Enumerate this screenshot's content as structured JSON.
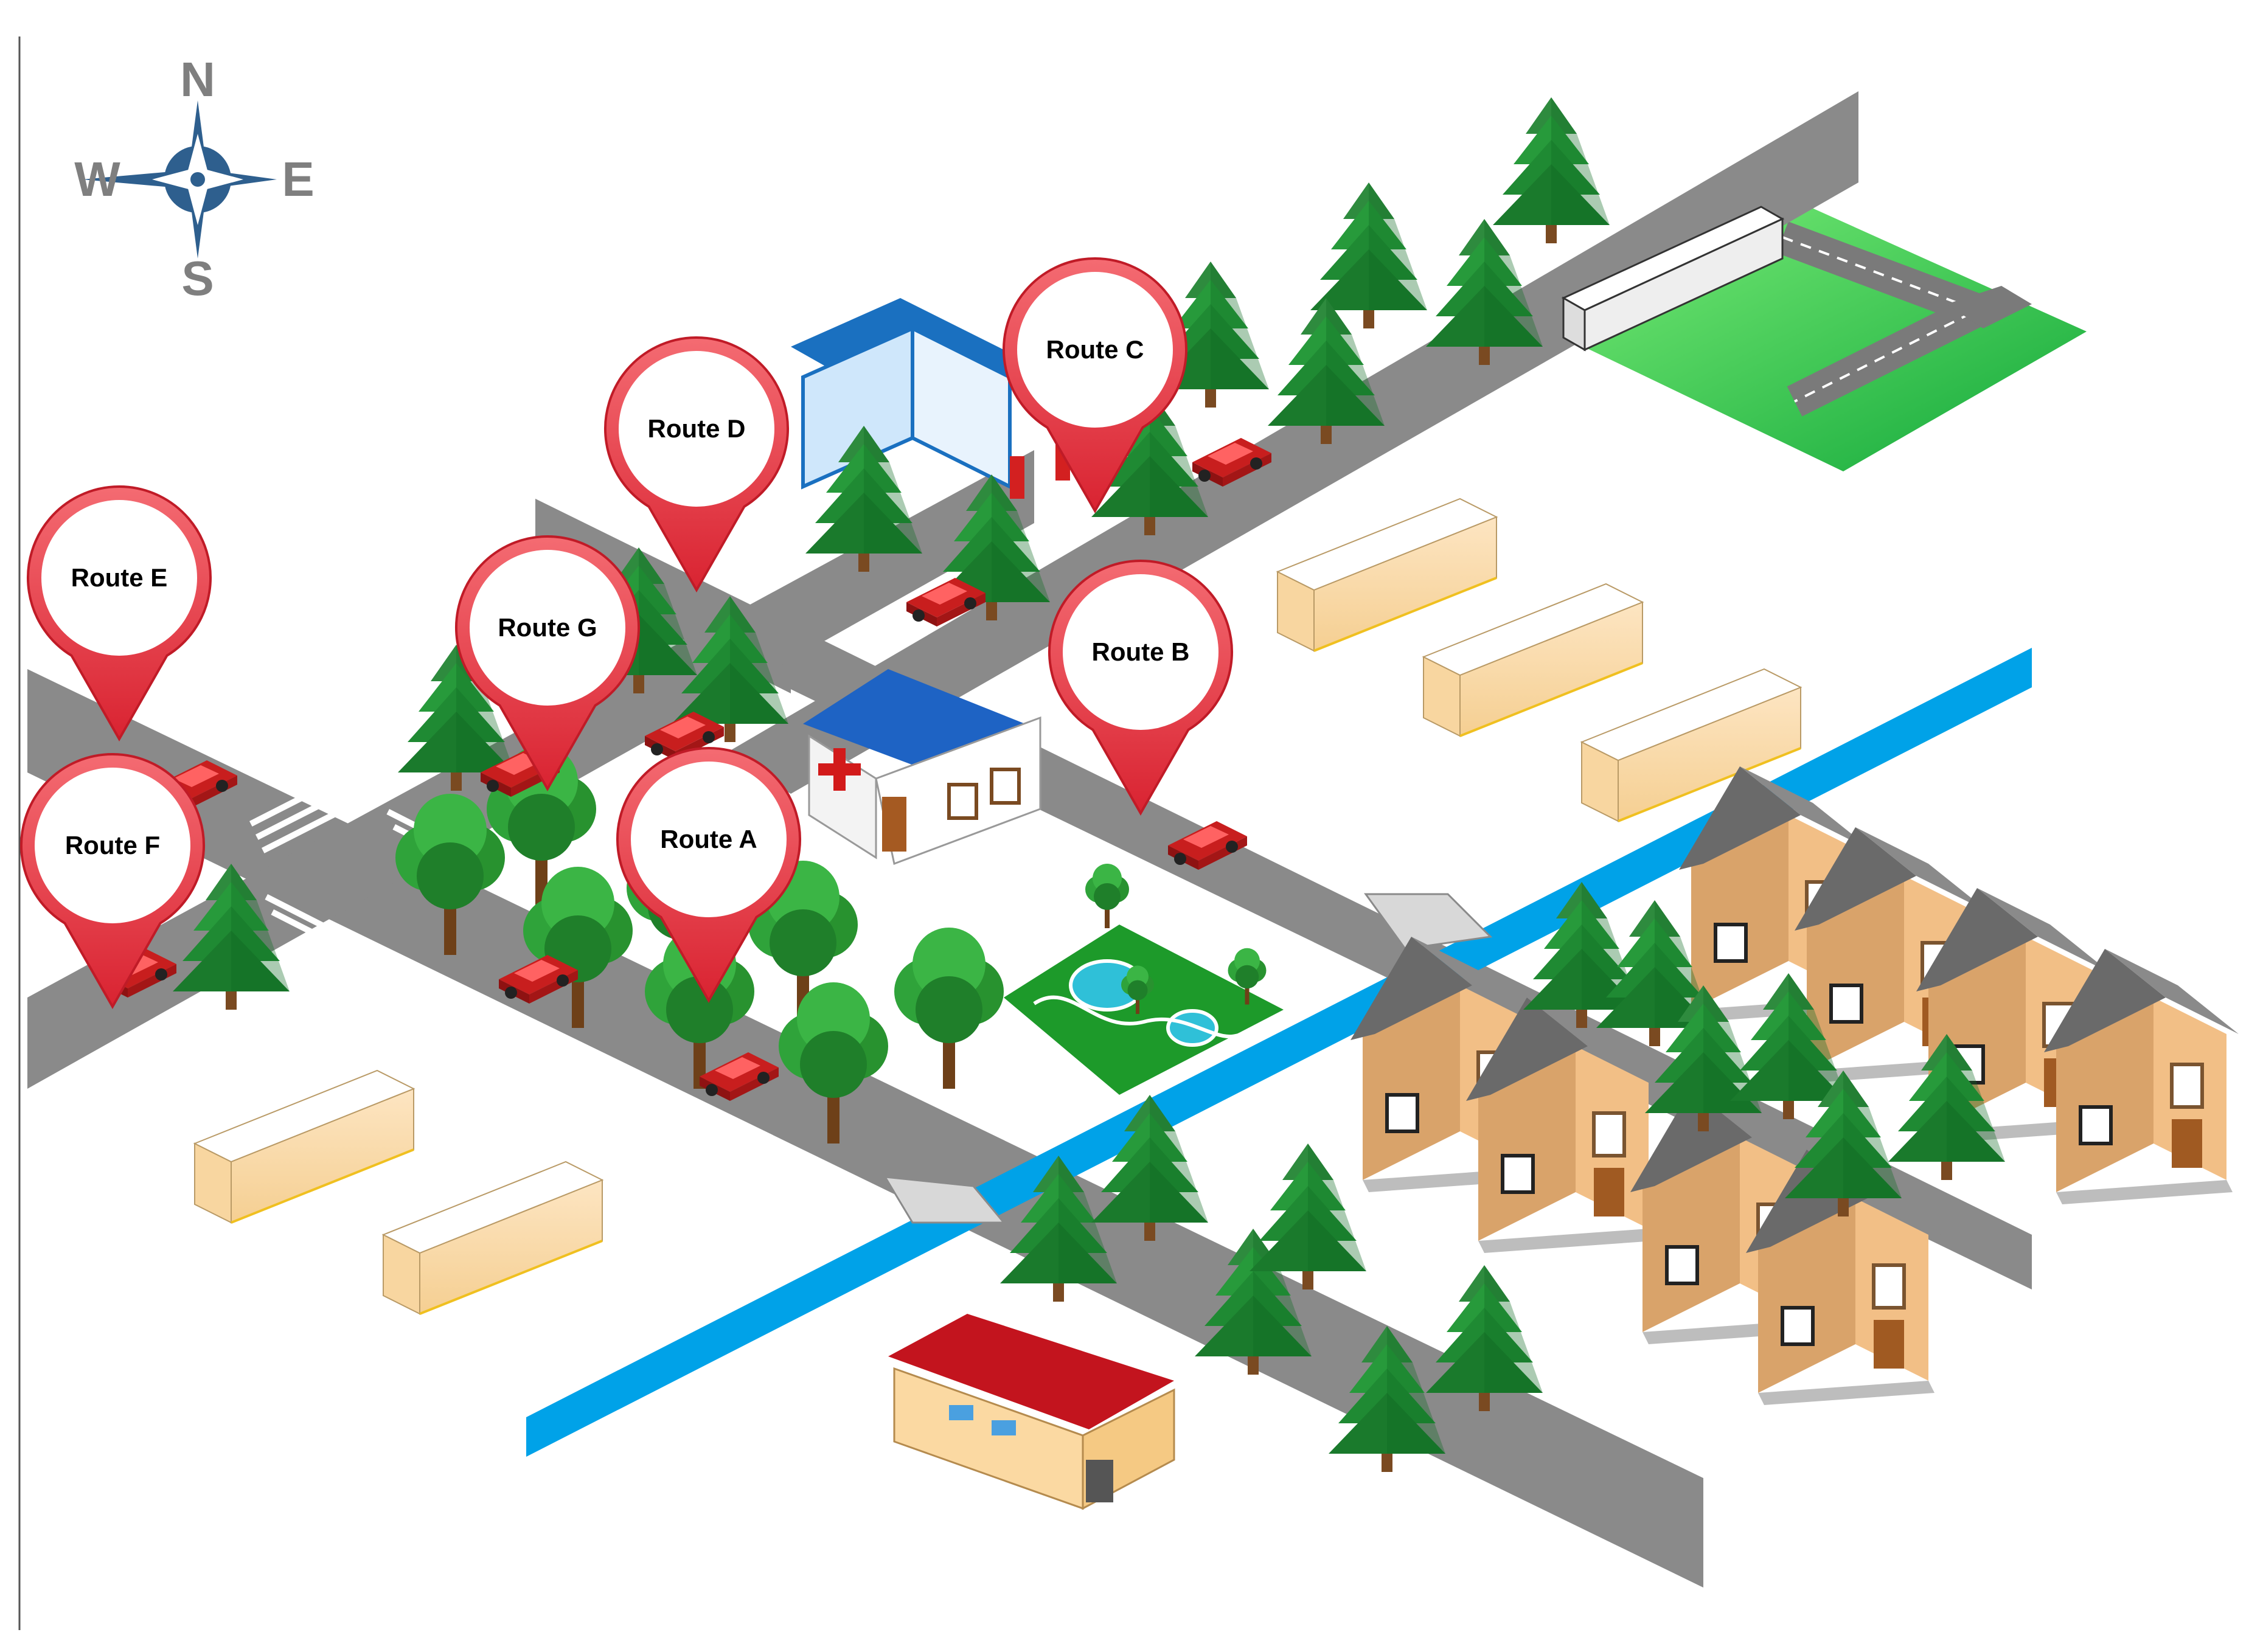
{
  "compass": {
    "north": "N",
    "south": "S",
    "east": "E",
    "west": "W",
    "icon": "compass-rose-icon"
  },
  "routes": [
    {
      "id": "route-a",
      "label": "Route A"
    },
    {
      "id": "route-b",
      "label": "Route B"
    },
    {
      "id": "route-c",
      "label": "Route C"
    },
    {
      "id": "route-d",
      "label": "Route D"
    },
    {
      "id": "route-e",
      "label": "Route E"
    },
    {
      "id": "route-f",
      "label": "Route F"
    },
    {
      "id": "route-g",
      "label": "Route G"
    }
  ],
  "colors": {
    "road": "#8a8a8a",
    "river": "#00a2e8",
    "grass": "#33c24a",
    "pin_fill": "#ee3b46",
    "pin_inner": "#ffffff",
    "compass": "#2e5f8e",
    "compass_letters": "#7f7f7f"
  },
  "icons": [
    "gas-station-icon",
    "hospital-icon",
    "park-icon",
    "airfield-icon",
    "warehouse-icon",
    "house-icon",
    "tree-icon",
    "car-icon",
    "bridge-icon"
  ]
}
